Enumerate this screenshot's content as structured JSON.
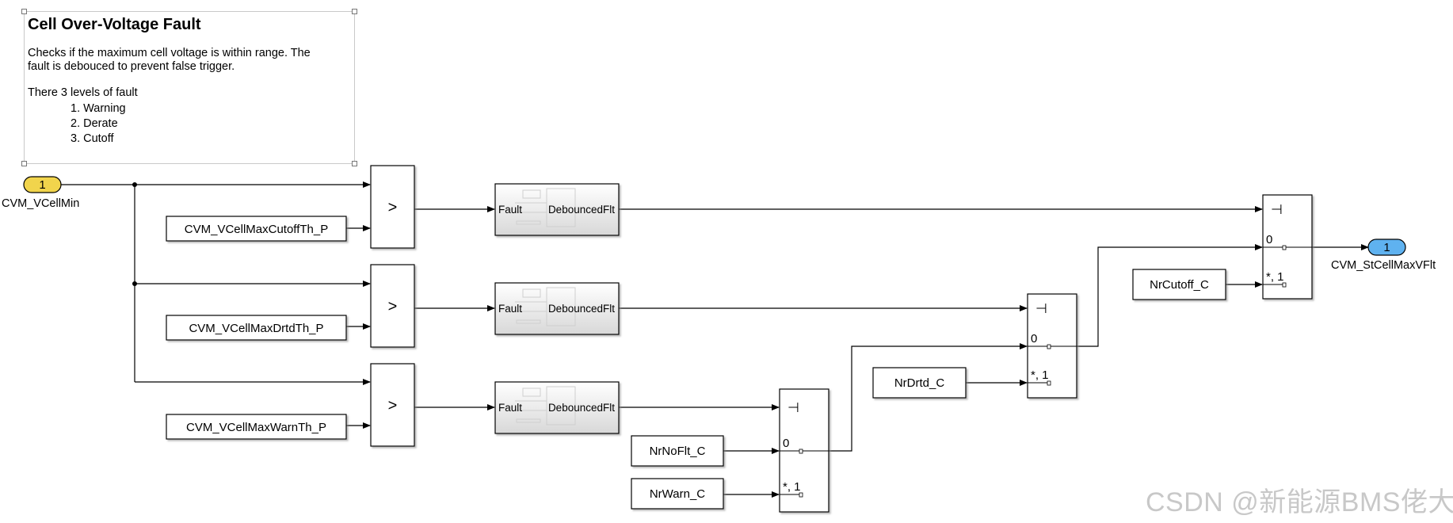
{
  "annotation": {
    "title": "Cell Over-Voltage Fault",
    "line1": "Checks if the maximum cell voltage is within range. The",
    "line2": "fault is debouced to prevent false trigger.",
    "levels_intro": "There 3 levels of fault",
    "levels": [
      "1. Warning",
      "2. Derate",
      "3. Cutoff"
    ]
  },
  "inport": {
    "number": "1",
    "name": "CVM_VCellMin",
    "color": "#f1d44c"
  },
  "outport": {
    "number": "1",
    "name": "CVM_StCellMaxVFlt",
    "color": "#5fb2f0"
  },
  "constants": {
    "cutoff_th": "CVM_VCellMaxCutoffTh_P",
    "drtd_th": "CVM_VCellMaxDrtdTh_P",
    "warn_th": "CVM_VCellMaxWarnTh_P",
    "nr_noflt": "NrNoFlt_C",
    "nr_warn": "NrWarn_C",
    "nr_drtd": "NrDrtd_C",
    "nr_cutoff": "NrCutoff_C"
  },
  "relational_operator": ">",
  "debounce": {
    "in_label": "Fault",
    "out_label": "DebouncedFlt"
  },
  "switch_ports": {
    "control": "⊣",
    "false_port": "0",
    "true_port": "*, 1"
  },
  "watermark": "CSDN @新能源BMS佬大"
}
